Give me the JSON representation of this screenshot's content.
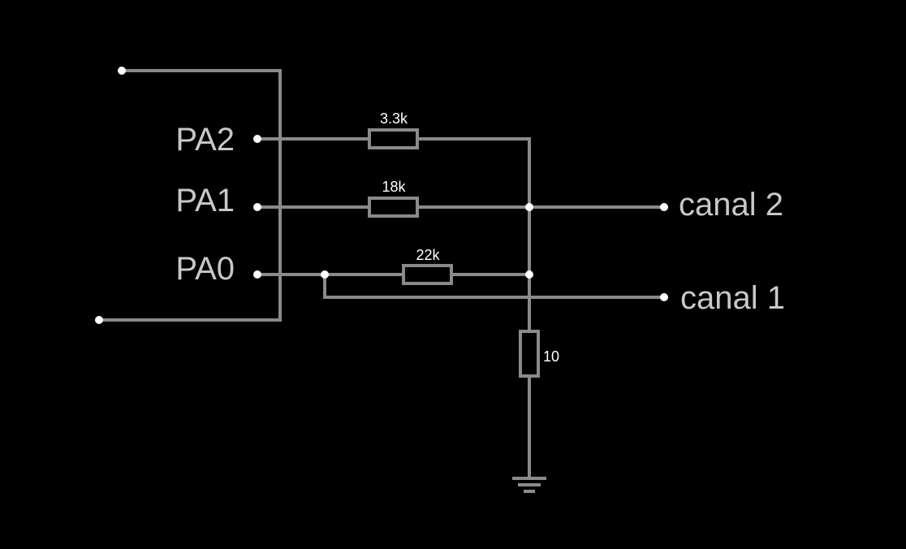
{
  "pins": {
    "pa2": "PA2",
    "pa1": "PA1",
    "pa0": "PA0"
  },
  "outputs": {
    "canal2": "canal 2",
    "canal1": "canal 1"
  },
  "resistors": {
    "r_pa2": "3.3k",
    "r_pa1": "18k",
    "r_pa0": "22k",
    "r_ground": "10"
  },
  "colors": {
    "background": "#000000",
    "wire": "#8a8a8a",
    "node": "#ffffff",
    "label": "#c8c8c8"
  }
}
